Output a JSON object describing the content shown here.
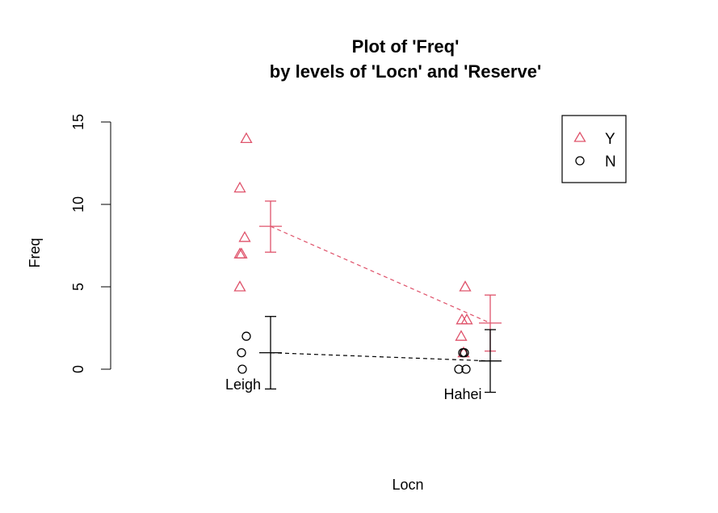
{
  "chart_data": {
    "type": "scatter",
    "title": [
      "Plot of 'Freq'",
      "by levels of 'Locn' and 'Reserve'"
    ],
    "xlabel": "Locn",
    "ylabel": "Freq",
    "ylim": [
      0,
      15
    ],
    "yticks": [
      "0",
      "5",
      "10",
      "15"
    ],
    "categories": [
      "Leigh",
      "Hahei"
    ],
    "legend": {
      "position": "top-right",
      "entries": [
        {
          "label": "Y",
          "symbol": "triangle",
          "color": "#DF536B"
        },
        {
          "label": "N",
          "symbol": "circle",
          "color": "#000000"
        }
      ]
    },
    "series": [
      {
        "name": "Y",
        "color": "#DF536B",
        "symbol": "triangle",
        "points": [
          {
            "category": "Leigh",
            "values": [
              14,
              11,
              8,
              7,
              7,
              5
            ]
          },
          {
            "category": "Hahei",
            "values": [
              5,
              3,
              3,
              2,
              1
            ]
          }
        ],
        "means": [
          8.67,
          2.8
        ],
        "error_bars": [
          [
            7.1,
            10.2
          ],
          [
            1.1,
            4.5
          ]
        ],
        "line": "dashed"
      },
      {
        "name": "N",
        "color": "#000000",
        "symbol": "circle",
        "points": [
          {
            "category": "Leigh",
            "values": [
              2,
              1,
              0
            ]
          },
          {
            "category": "Hahei",
            "values": [
              1,
              1,
              0,
              0
            ]
          }
        ],
        "means": [
          1,
          0.5
        ],
        "error_bars": [
          [
            -1.2,
            3.2
          ],
          [
            -1.4,
            2.4
          ]
        ],
        "line": "dashed"
      }
    ]
  }
}
